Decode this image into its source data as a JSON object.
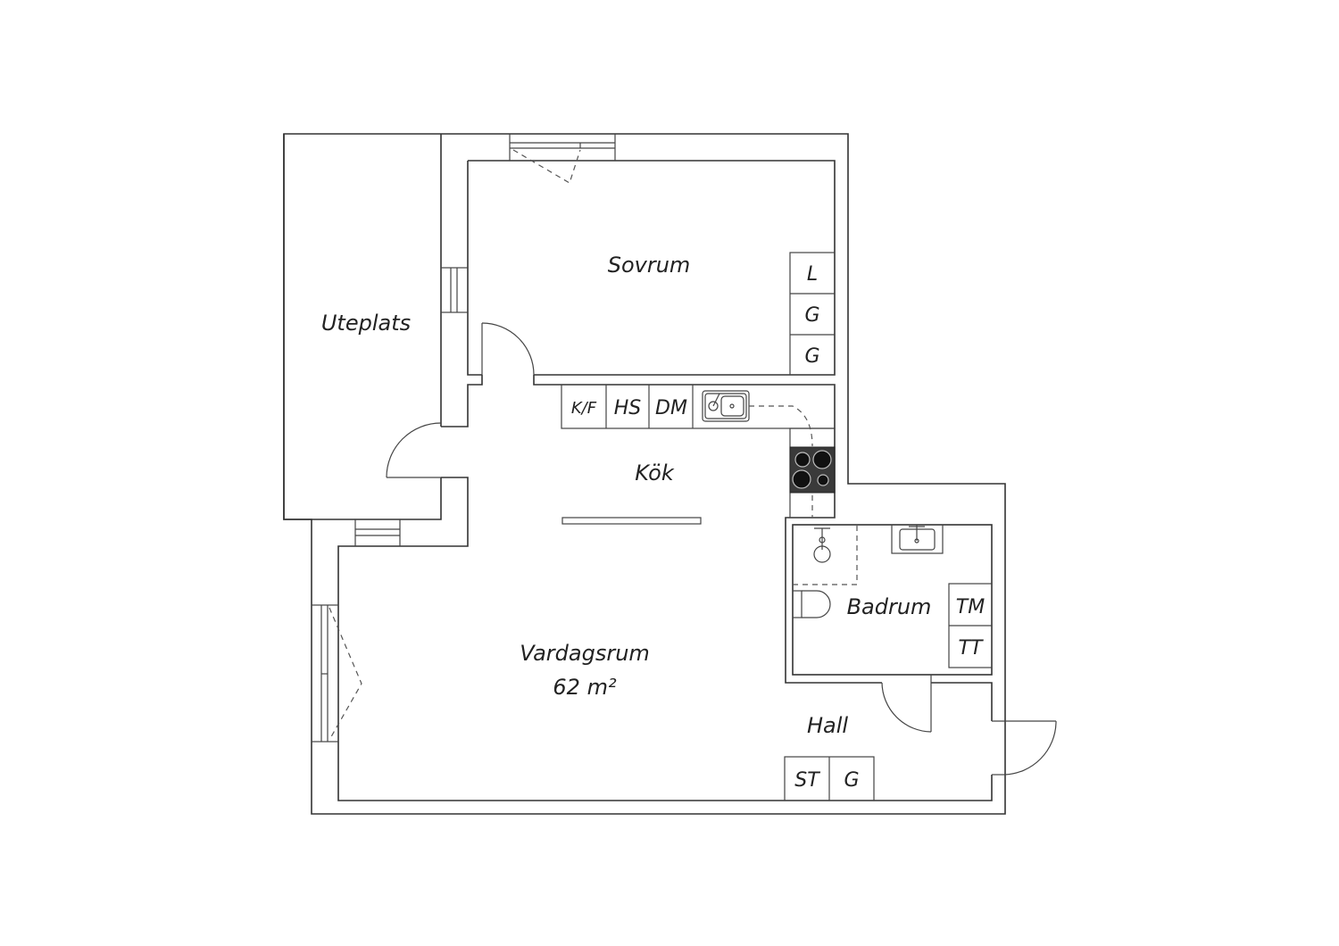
{
  "rooms": {
    "uteplats": "Uteplats",
    "sovrum": "Sovrum",
    "kok": "Kök",
    "vardagsrum": "Vardagsrum",
    "vardagsrum_area": "62 m²",
    "badrum": "Badrum",
    "hall": "Hall"
  },
  "fixtures": {
    "bedroom_closet": [
      "L",
      "G",
      "G"
    ],
    "kitchen": [
      "K/F",
      "HS",
      "DM"
    ],
    "bath": [
      "TM",
      "TT"
    ],
    "hall": [
      "ST",
      "G"
    ]
  }
}
